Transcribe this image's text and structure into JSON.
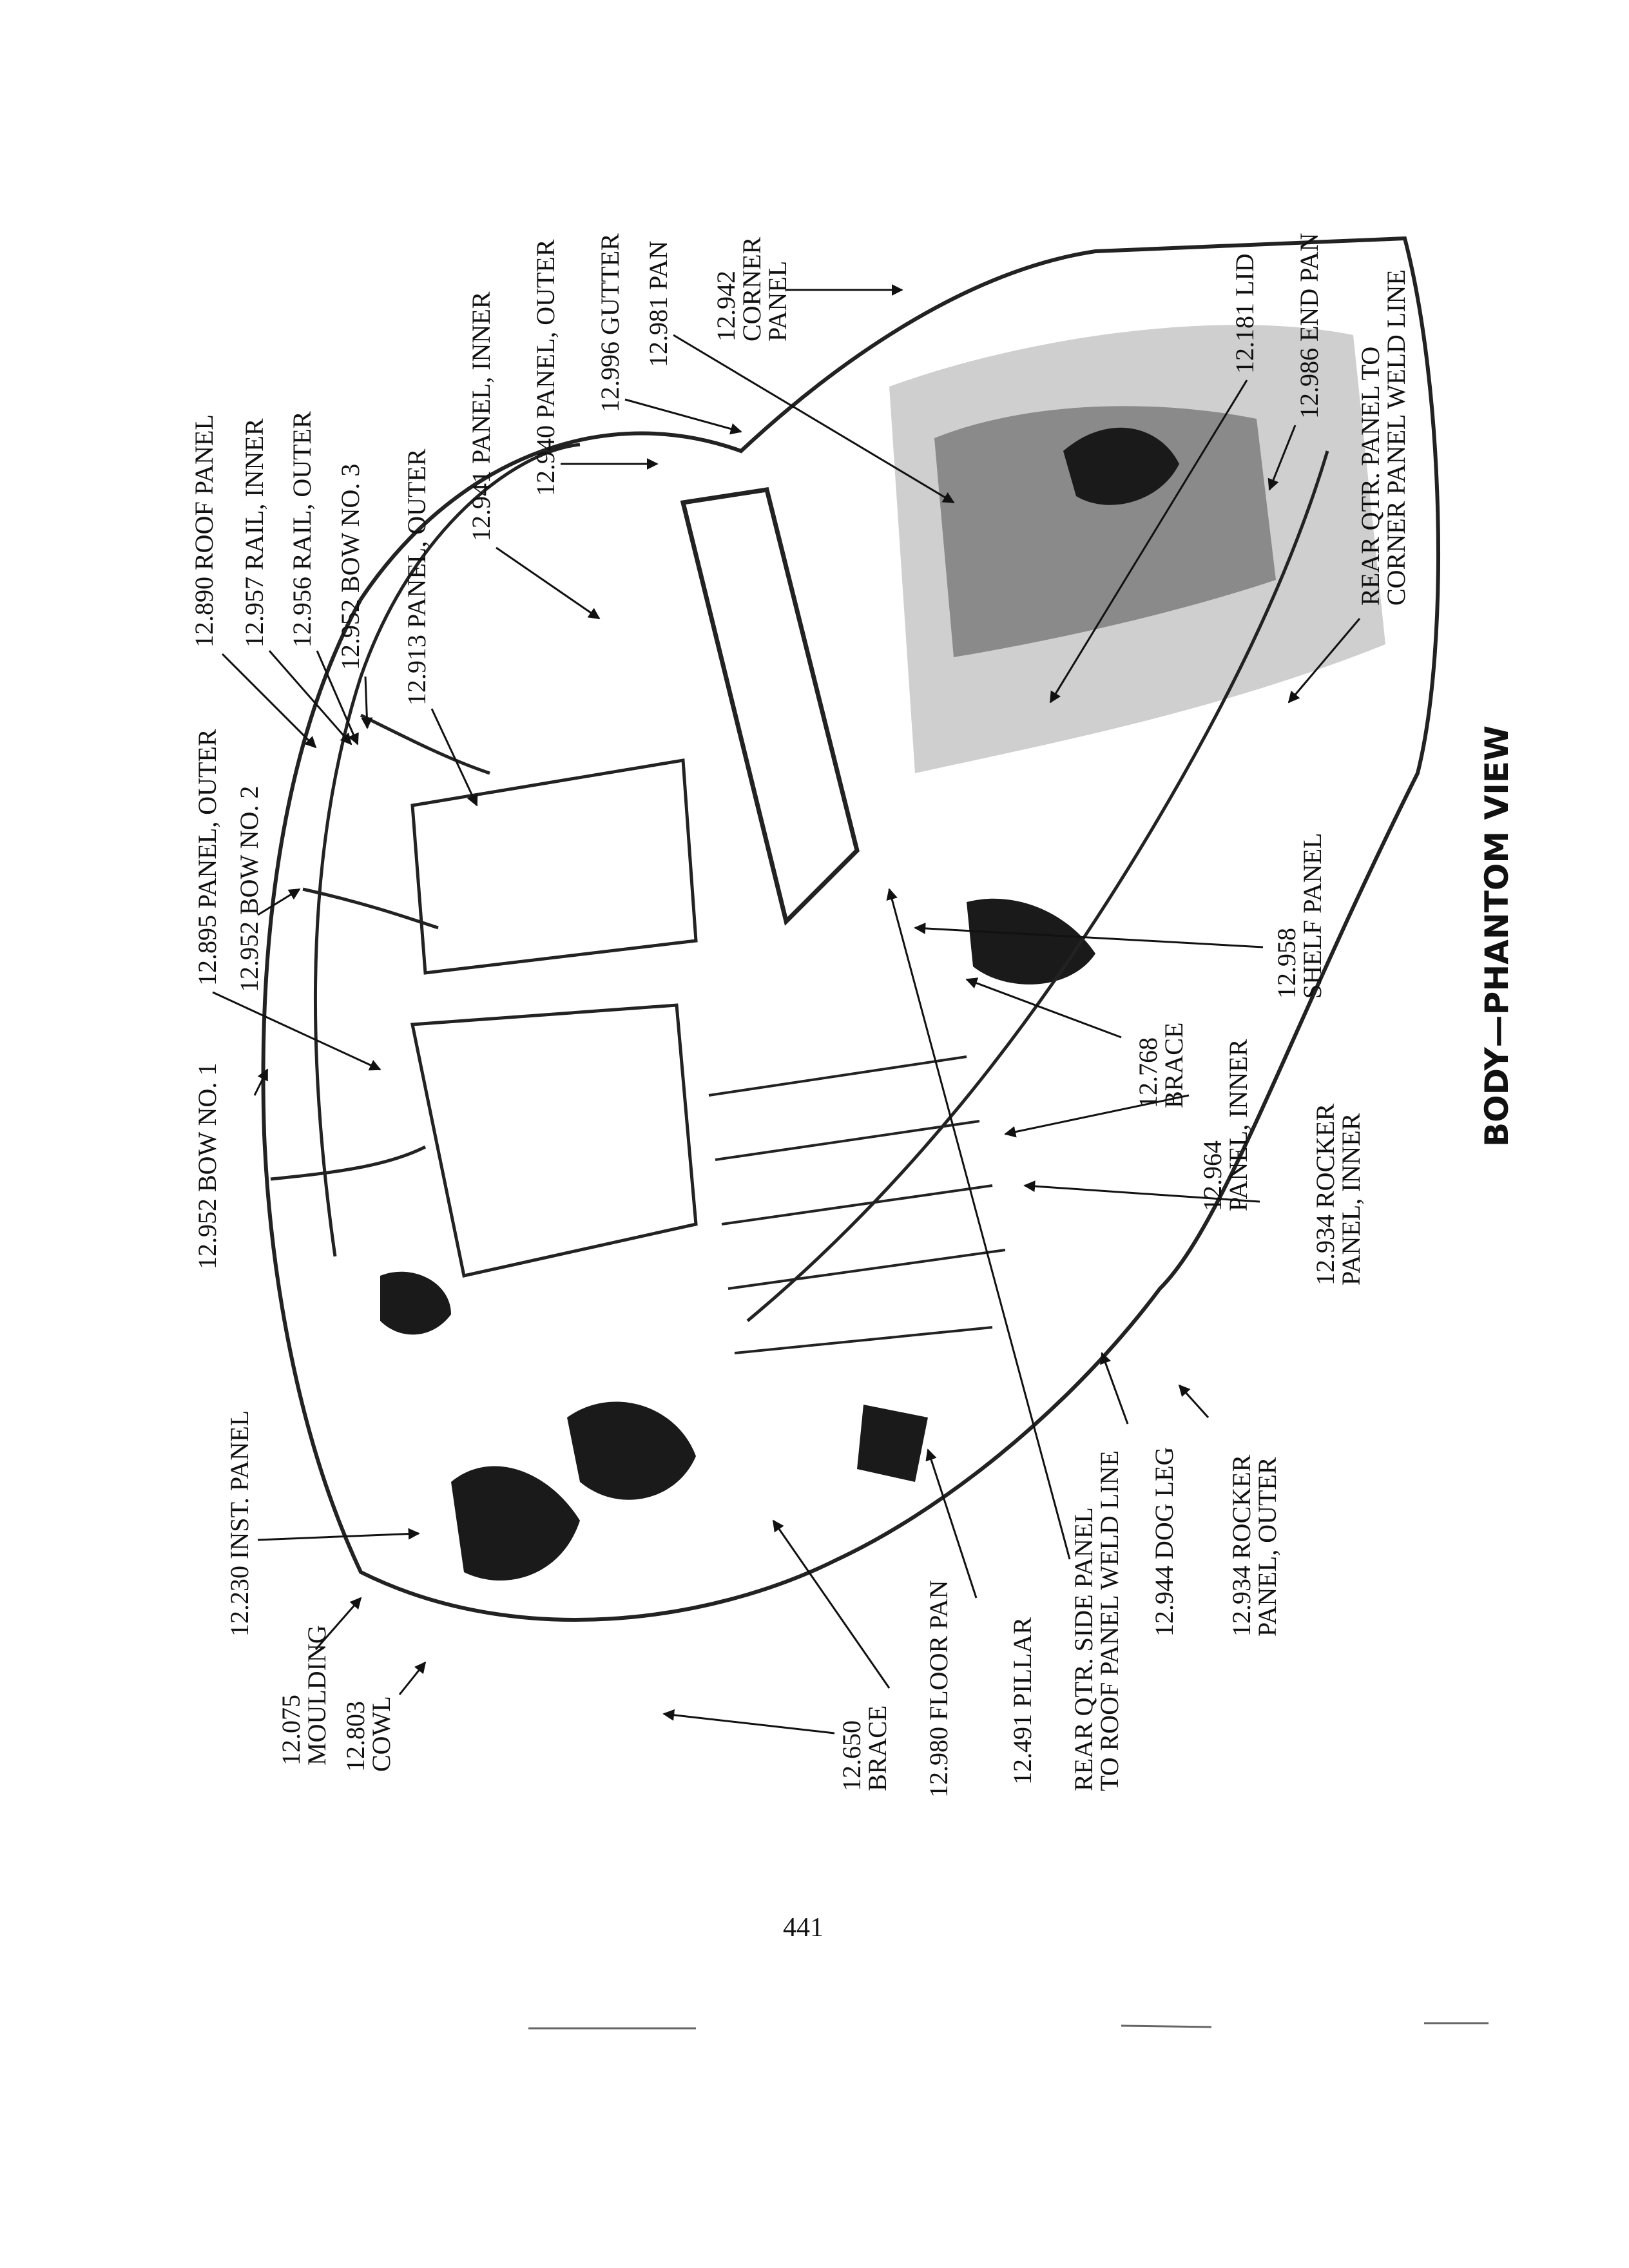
{
  "title": "BODY—PHANTOM VIEW",
  "page_number": "441",
  "labels": {
    "l12952_1": "12.952 BOW NO. 1",
    "l12895": "12.895 PANEL, OUTER",
    "l12952_2": "12.952 BOW NO. 2",
    "l12890": "12.890 ROOF PANEL",
    "l12957": "12.957 RAIL, INNER",
    "l12956": "12.956 RAIL, OUTER",
    "l12952_3": "12.952 BOW NO. 3",
    "l12913": "12.913 PANEL, OUTER",
    "l12941": "12.941 PANEL, INNER",
    "l12940": "12.940 PANEL, OUTER",
    "l12996": "12.996 GUTTER",
    "l12981": "12.981 PAN",
    "l12942_a": "12.942",
    "l12942_b": "CORNER",
    "l12942_c": "PANEL",
    "l12181": "12.181 LID",
    "l12986": "12.986 END PAN",
    "lrear_corner_a": "REAR QTR. PANEL TO",
    "lrear_corner_b": "CORNER PANEL WELD LINE",
    "l12230": "12.230 INST. PANEL",
    "l12075_a": "12.075",
    "l12075_b": "MOULDING",
    "l12803_a": "12.803",
    "l12803_b": "COWL",
    "l12650_a": "12.650",
    "l12650_b": "BRACE",
    "l12980": "12.980 FLOOR PAN",
    "l12491": "12.491 PILLAR",
    "lrear_roof_a": "REAR QTR. SIDE PANEL",
    "lrear_roof_b": "TO ROOF PANEL WELD LINE",
    "l12944": "12.944 DOG LEG",
    "l12934o_a": "12.934 ROCKER",
    "l12934o_b": "PANEL, OUTER",
    "l12934i_a": "12.934 ROCKER",
    "l12934i_b": "PANEL, INNER",
    "l12964_a": "12.964",
    "l12964_b": "PANEL, INNER",
    "l12768_a": "12.768",
    "l12768_b": "BRACE",
    "l12958_a": "12.958",
    "l12958_b": "SHELF PANEL"
  }
}
